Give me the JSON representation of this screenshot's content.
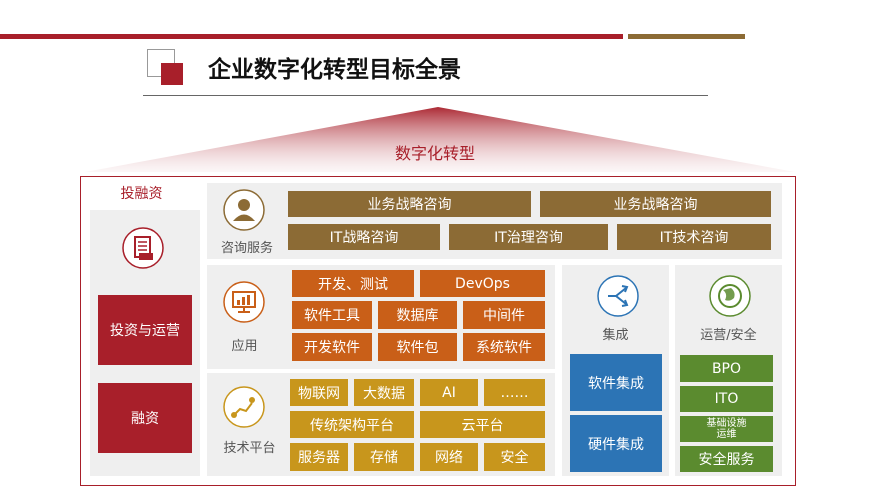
{
  "page": {
    "title": "企业数字化转型目标全景",
    "roof_label": "数字化转型"
  },
  "colors": {
    "accent_red": "#a81f2a",
    "brown": "#8c6b35",
    "orange": "#c95f18",
    "gold": "#c8961c",
    "blue": "#2c74b5",
    "green": "#5b8b2f"
  },
  "left_column": {
    "title": "投融资",
    "icon": "document-icon",
    "items": [
      "投资与运营",
      "融资"
    ]
  },
  "consulting": {
    "label": "咨询服务",
    "icon": "person-icon",
    "row1": [
      "业务战略咨询",
      "业务战略咨询"
    ],
    "row2": [
      "IT战略咨询",
      "IT治理咨询",
      "IT技术咨询"
    ]
  },
  "application": {
    "label": "应用",
    "icon": "monitor-chart-icon",
    "row1": [
      "开发、测试",
      "DevOps"
    ],
    "row2": [
      "软件工具",
      "数据库",
      "中间件"
    ],
    "row3": [
      "开发软件",
      "软件包",
      "系统软件"
    ]
  },
  "tech_platform": {
    "label": "技术平台",
    "icon": "network-path-icon",
    "row1": [
      "物联网",
      "大数据",
      "AI",
      "……"
    ],
    "row2": [
      "传统架构平台",
      "云平台"
    ],
    "row3": [
      "服务器",
      "存储",
      "网络",
      "安全"
    ]
  },
  "integration": {
    "label": "集成",
    "icon": "share-arrows-icon",
    "items": [
      "软件集成",
      "硬件集成"
    ]
  },
  "operations": {
    "label": "运营/安全",
    "icon": "globe-icon",
    "items": [
      "BPO",
      "ITO",
      "基础设施\n运维",
      "安全服务"
    ]
  }
}
